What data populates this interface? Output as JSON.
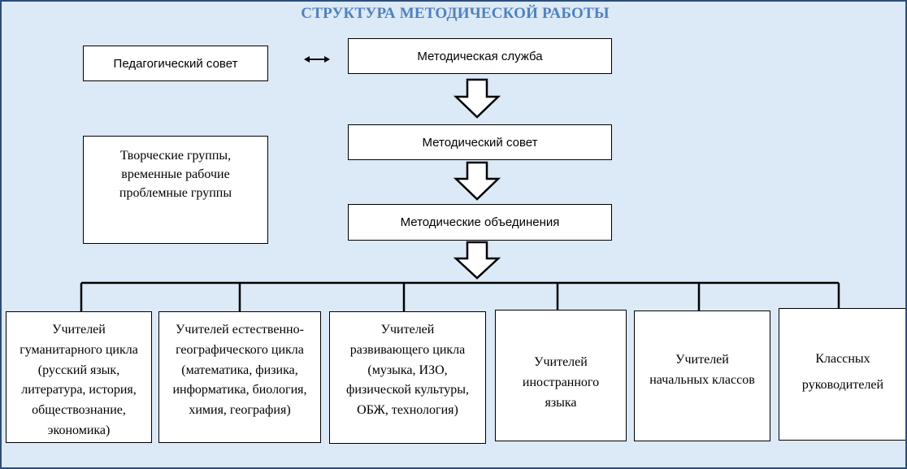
{
  "title": "СТРУКТУРА МЕТОДИЧЕСКОЙ РАБОТЫ",
  "boxes": {
    "ped_council": "Педагогический совет",
    "method_service": "Методическая служба",
    "method_council": "Методический совет",
    "method_unions": "Методические объединения",
    "creative_groups": "Творческие группы,\nвременные рабочие\nпроблемные группы"
  },
  "teachers": [
    "Учителей\nгуманитарного цикла\n(русский язык,\nлитература, история,\nобществознание,\nэкономика)",
    "Учителей естественно-\nгеографического цикла\n(математика, физика,\nинформатика, биология,\nхимия, география)",
    "Учителей\nразвивающего цикла\n(музыка, ИЗО,\nфизической культуры,\nОБЖ, технология)",
    "Учителей\nиностранного\nязыка",
    "Учителей\nначальных классов",
    "Классных\nруководителей"
  ],
  "colors": {
    "title": "#4f81bd",
    "background": "#dce9f6",
    "border": "#2b4d7a"
  }
}
